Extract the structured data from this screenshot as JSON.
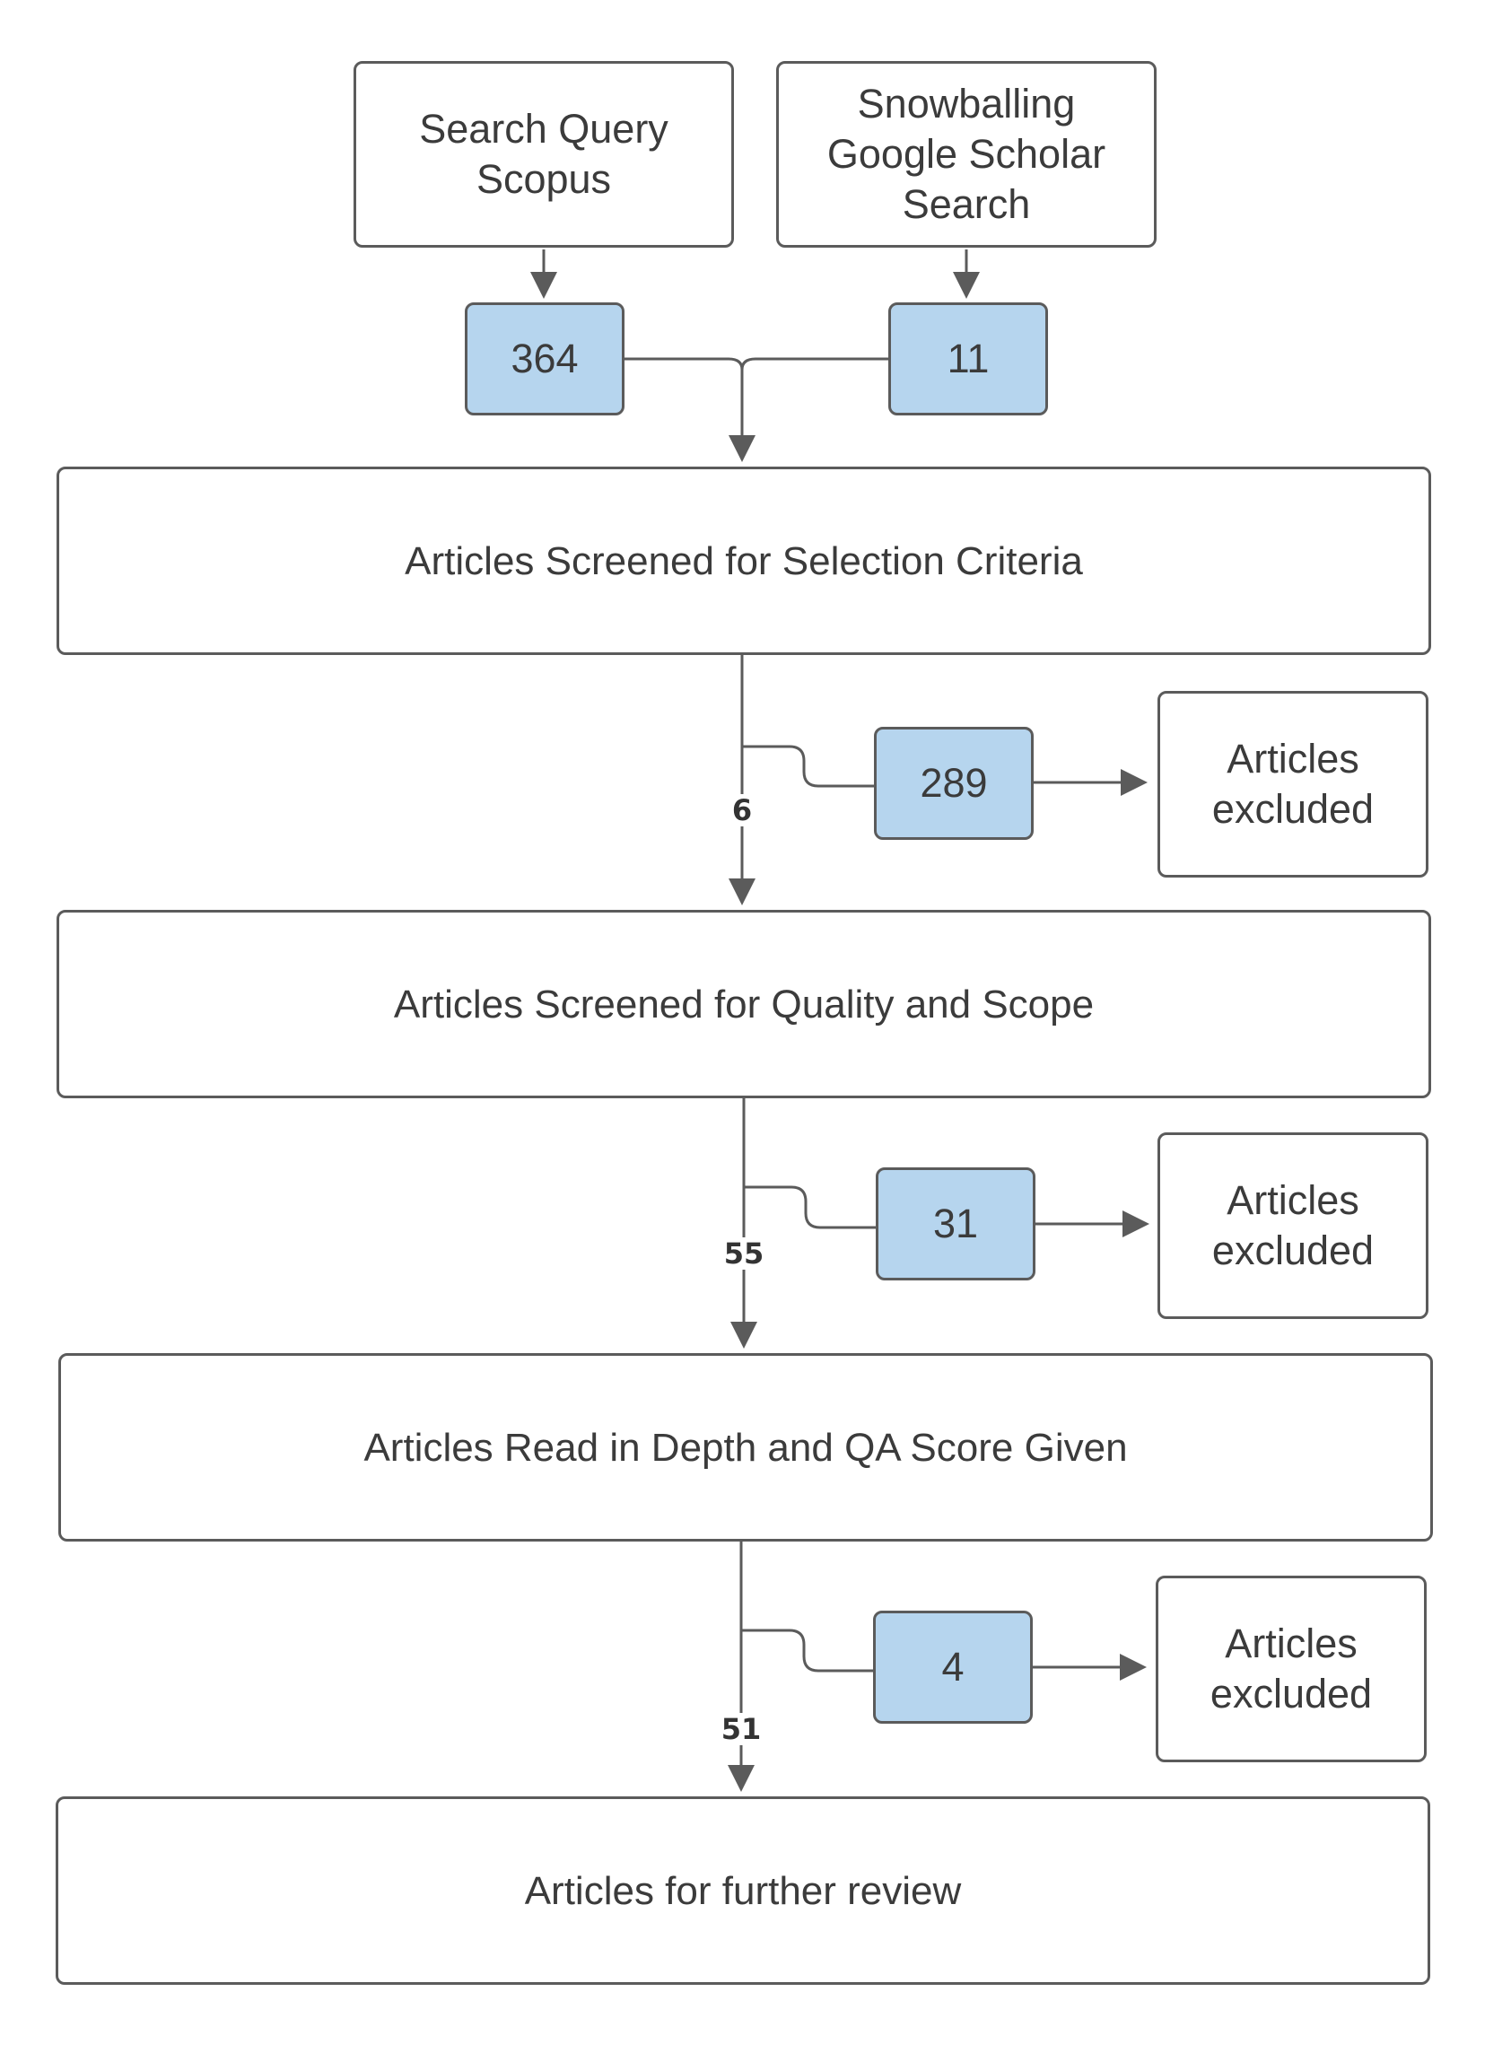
{
  "sources": [
    {
      "lines": [
        "Search Query",
        "Scopus"
      ],
      "count": "364"
    },
    {
      "lines": [
        "Snowballing",
        "Google Scholar",
        "Search"
      ],
      "count": "11"
    }
  ],
  "stages": [
    "Articles Screened for Selection Criteria",
    "Articles Screened for Quality and Scope",
    "Articles Read in Depth and QA Score Given",
    "Articles for further review"
  ],
  "exclusions": [
    {
      "count": "289",
      "lines": [
        "Articles",
        "excluded"
      ],
      "passed": "6"
    },
    {
      "count": "31",
      "lines": [
        "Articles",
        "excluded"
      ],
      "passed": "55"
    },
    {
      "count": "4",
      "lines": [
        "Articles",
        "excluded"
      ],
      "passed": "51"
    }
  ],
  "colors": {
    "count_fill": "#b6d5ee",
    "stroke": "#5b5b5b"
  }
}
